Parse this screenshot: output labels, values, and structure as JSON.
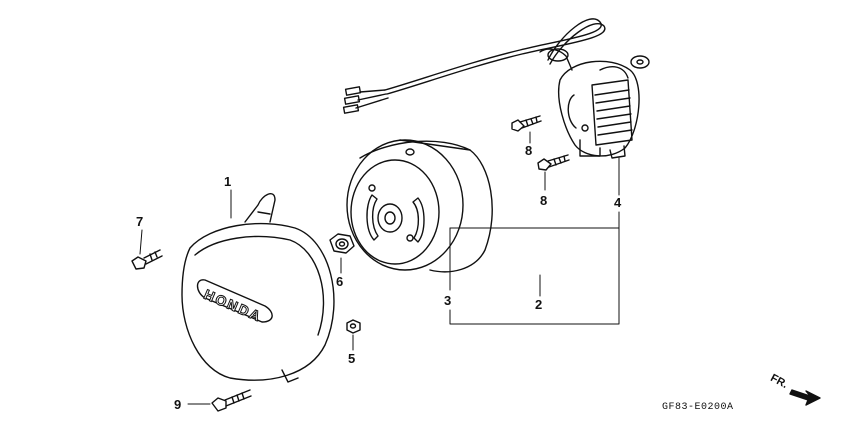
{
  "diagram": {
    "brand_on_cover": "HONDA",
    "diagram_code": "GF83-E0200A",
    "direction_label": "FR.",
    "callouts": {
      "c1": "1",
      "c2": "2",
      "c3": "3",
      "c4": "4",
      "c5": "5",
      "c6": "6",
      "c7": "7",
      "c8a": "8",
      "c8b": "8",
      "c9": "9"
    }
  },
  "colors": {
    "line": "#111111",
    "background": "#ffffff"
  }
}
